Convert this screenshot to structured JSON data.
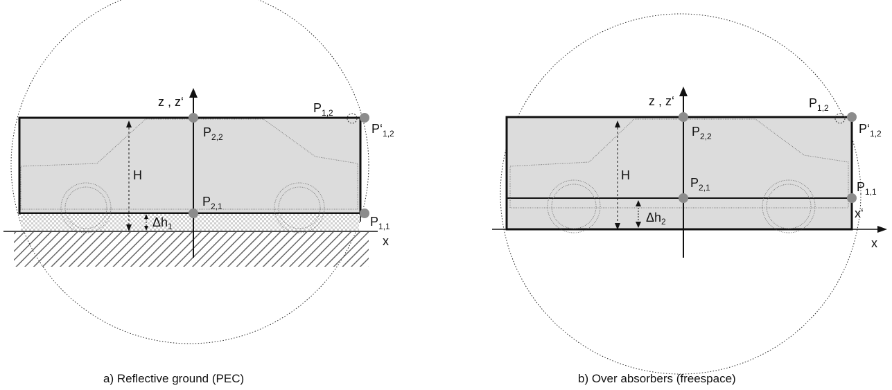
{
  "panel_a": {
    "axis_z": "z , z‘",
    "axis_x": "x",
    "height_label": "H",
    "offset_label": "Δh",
    "offset_sub": "1",
    "points": {
      "p22": {
        "base": "P",
        "sub": "2,2"
      },
      "p21": {
        "base": "P",
        "sub": "2,1"
      },
      "p12": {
        "base": "P",
        "sub": "1,2"
      },
      "p12_prime": {
        "base": "P‘",
        "sub": "1,2"
      },
      "p11": {
        "base": "P",
        "sub": "1,1"
      }
    },
    "caption": "a) Reflective ground (PEC)"
  },
  "panel_b": {
    "axis_z": "z , z‘",
    "axis_x": "x",
    "axis_x_prime": "x‘",
    "height_label": "H",
    "offset_label": "Δh",
    "offset_sub": "2",
    "points": {
      "p22": {
        "base": "P",
        "sub": "2,2"
      },
      "p21": {
        "base": "P",
        "sub": "2,1"
      },
      "p12": {
        "base": "P",
        "sub": "1,2"
      },
      "p12_prime": {
        "base": "P‘",
        "sub": "1,2"
      },
      "p11": {
        "base": "P",
        "sub": "1,1"
      }
    },
    "caption": "b) Over absorbers (freespace)"
  },
  "colors": {
    "fill": "#dcdcdc",
    "line": "#111111",
    "point": "#8c8c8c",
    "hatch": "#555555"
  }
}
